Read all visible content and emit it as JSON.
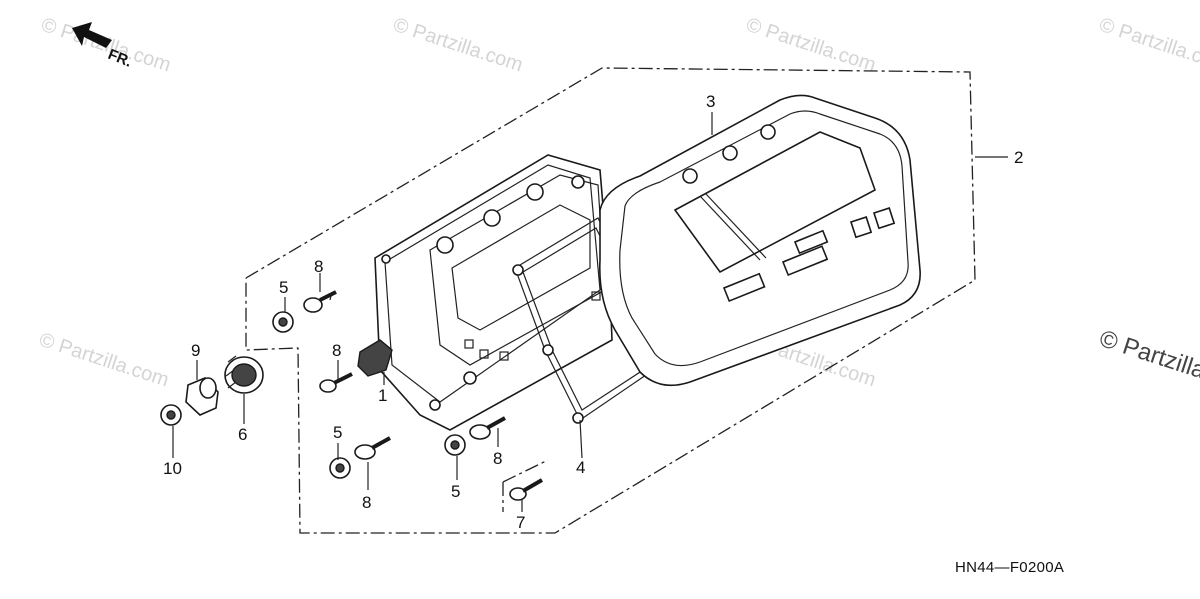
{
  "diagram": {
    "direction_label": "FR.",
    "drawing_code": "HN44—F0200A",
    "watermark": "© Partzilla.com",
    "watermark_right": "© Partzilla",
    "callouts": {
      "c1": "1",
      "c2": "2",
      "c3": "3",
      "c4": "4",
      "c5a": "5",
      "c5b": "5",
      "c5c": "5",
      "c6": "6",
      "c7": "7",
      "c8a": "8",
      "c8b": "8",
      "c8c": "8",
      "c8d": "8",
      "c9": "9",
      "c10": "10"
    }
  }
}
